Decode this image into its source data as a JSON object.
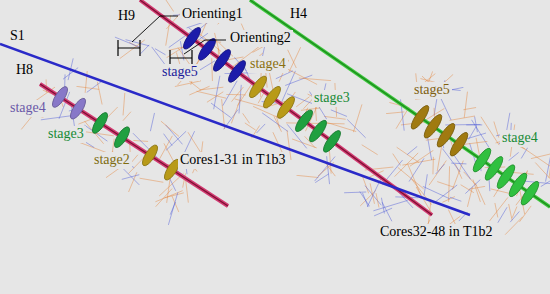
{
  "diagram": {
    "labels": [
      "H9",
      "Orienting1",
      "H4",
      "Orienting2",
      "S1",
      "stage5",
      "H8",
      "stage4",
      "stage3",
      "stage4",
      "stage3",
      "stage2",
      "Cores1-31 in T1b3",
      "stage5",
      "stage4",
      "Cores32-48 in T1b2"
    ]
  }
}
